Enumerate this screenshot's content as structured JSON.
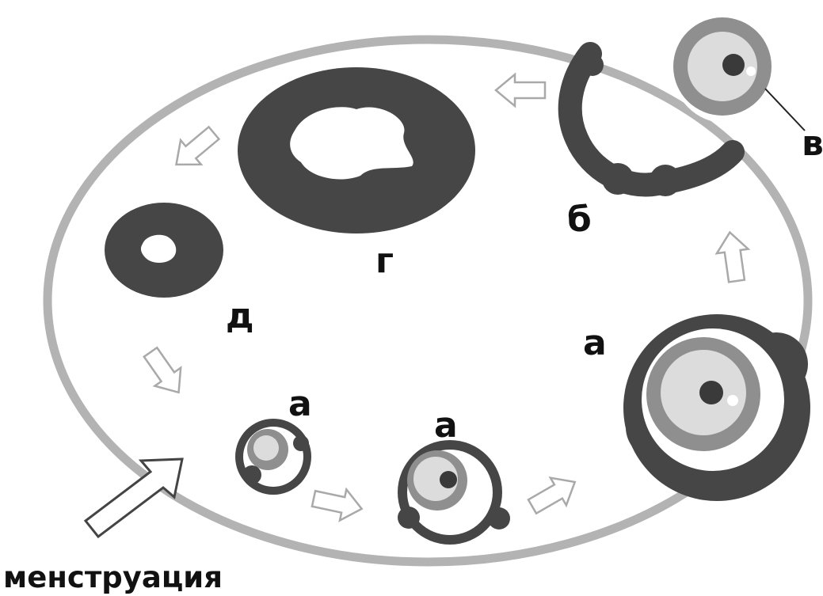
{
  "labels": {
    "a_small": "а",
    "a_medium": "а",
    "a_large": "а",
    "b": "б",
    "v": "в",
    "g": "г",
    "d": "д"
  },
  "caption": "менструация",
  "colors": {
    "ovary_outline": "#b3b3b3",
    "theca_dark": "#464646",
    "granulosa": "#8f8f8f",
    "antrum_light": "#dcdcdc",
    "oocyte": "#3a3a3a",
    "arrow_stroke": "#a9a9a9"
  }
}
